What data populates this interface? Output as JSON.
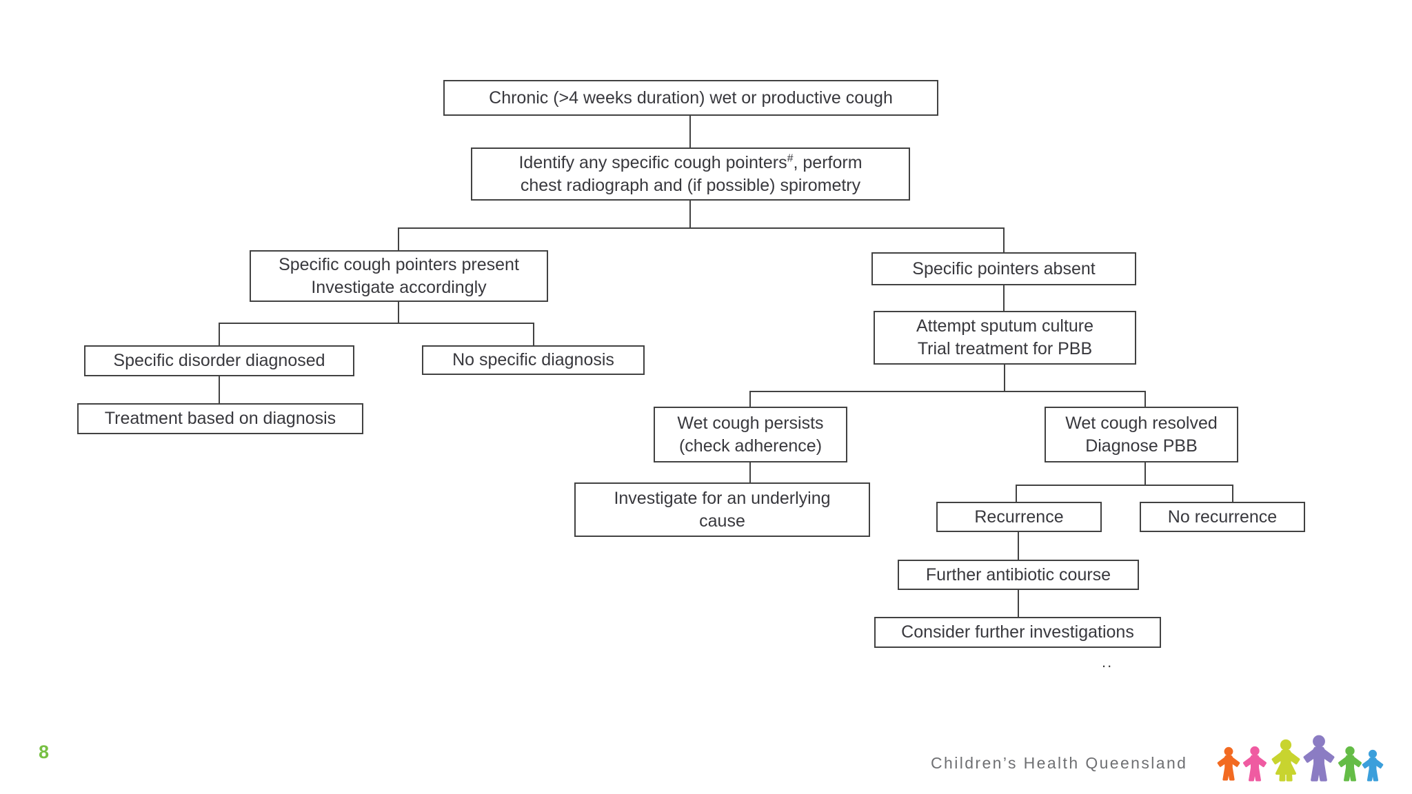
{
  "flowchart": {
    "text_color": "#38383d",
    "border_color": "#414141",
    "nodes": {
      "chronic": {
        "line1": "Chronic (>4 weeks duration) wet or productive cough"
      },
      "identify": {
        "line1_a": "Identify any specific cough pointers",
        "line1_sup": "#",
        "line1_b": ", perform",
        "line2": "chest radiograph and (if possible) spirometry"
      },
      "pointers_present": {
        "line1": "Specific cough pointers present",
        "line2": "Investigate accordingly"
      },
      "pointers_absent": {
        "line1": "Specific pointers absent"
      },
      "sputum": {
        "line1": "Attempt sputum culture",
        "line2": "Trial treatment for PBB"
      },
      "disorder": {
        "line1": "Specific disorder diagnosed"
      },
      "no_diagnosis": {
        "line1": "No specific diagnosis"
      },
      "treatment": {
        "line1": "Treatment based on diagnosis"
      },
      "persists": {
        "line1": "Wet cough persists",
        "line2": "(check adherence)"
      },
      "resolved": {
        "line1": "Wet cough resolved",
        "line2": "Diagnose PBB"
      },
      "underlying": {
        "line1": "Investigate for an underlying",
        "line2": "cause"
      },
      "recurrence": {
        "line1": "Recurrence"
      },
      "no_recurrence": {
        "line1": "No recurrence"
      },
      "antibiotic": {
        "line1": "Further antibiotic course"
      },
      "consider": {
        "line1": "Consider further investigations"
      }
    },
    "stray_mark": ".."
  },
  "footer": {
    "page_number": "8",
    "page_number_color": "#77c043",
    "brand": "Children’s Health Queensland",
    "brand_color": "#6e6f72",
    "logo_colors": [
      "#f26a21",
      "#ef5ba1",
      "#c8d42f",
      "#8b7cc3",
      "#64bc46",
      "#3b9fdb"
    ]
  }
}
